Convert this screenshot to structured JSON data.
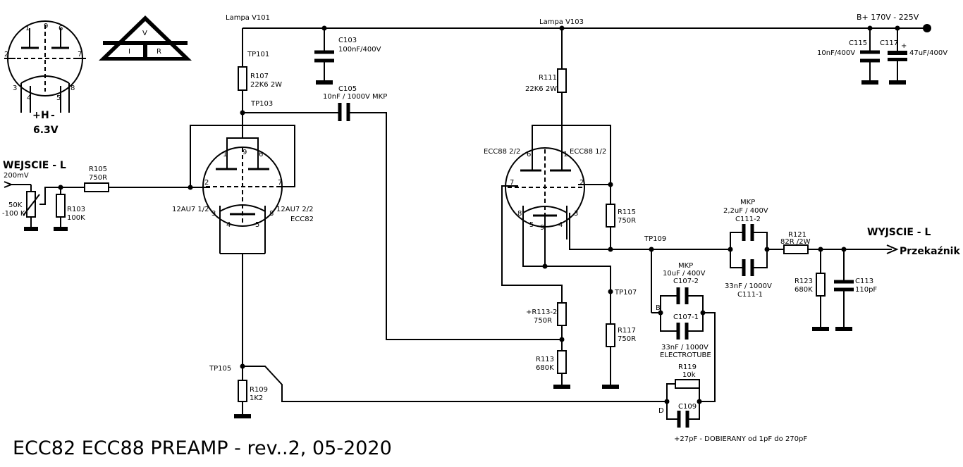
{
  "labels": {
    "lampa_v101": "Lampa V101",
    "lampa_v103": "Lampa V103",
    "b_plus": "B+ 170V - 225V",
    "heater_plus": "+",
    "heater_h": "H",
    "heater_minus": "-",
    "heater_v": "6.3V",
    "tri_v": "V",
    "tri_i": "I",
    "tri_r": "R",
    "wejscie": "WEJSCIE - L",
    "in_200mv": "200mV",
    "pot_val": "50K",
    "pot_val2": "-100 K",
    "r105": "R105",
    "r105_val": "750R",
    "r103": "R103",
    "r103_val": "100K",
    "tp101": "TP101",
    "r107": "R107",
    "r107_val": "22K6 2W",
    "tp103": "TP103",
    "c103": "C103",
    "c103_val": "100nF/400V",
    "c105": "C105",
    "c105_val": "10nF / 1000V MKP",
    "v101_left": "12AU7 1/2",
    "v101_right": "12AU7 2/2",
    "v101_type": "ECC82",
    "tp105": "TP105",
    "r109": "R109",
    "r109_val": "1K2",
    "r111": "R111",
    "r111_val": "22K6 2W",
    "v103_left": "ECC88 2/2",
    "v103_right": "ECC88 1/2",
    "r115": "R115",
    "r115_val": "750R",
    "tp107": "TP107",
    "r113_2": "+R113-2",
    "r113_2_val": "750R",
    "r113": "R113",
    "r113_val": "680K",
    "r117": "R117",
    "r117_val": "750R",
    "tp109": "TP109",
    "c115": "C115",
    "c115_val": "10nF/400V",
    "c117": "C117",
    "c117_plus": "+",
    "c117_val": "47uF/400V",
    "mkp1": "MKP",
    "c111_2_val": "2,2uF / 400V",
    "c111_2": "C111-2",
    "c111_1_val": "33nF / 1000V",
    "c111_1": "C111-1",
    "r121": "R121",
    "r121_val": "82R /2W",
    "wyjscie": "WYJSCIE - L",
    "przekaznik": "Przekaźnik",
    "r123": "R123",
    "r123_val": "680K",
    "c113": "C113",
    "c113_val": "110pF",
    "mkp2": "MKP",
    "c107_2_val": "10uF / 400V",
    "c107_2": "C107-2",
    "c107_1": "C107-1",
    "node_b": "B",
    "c107_1_val": "33nF / 1000V",
    "electrotube": "ELECTROTUBE",
    "r119": "R119",
    "r119_val": "10k",
    "node_d": "D",
    "c109": "C109",
    "c109_note": "+27pF - DOBIERANY od 1pF do 270pF",
    "title": "ECC82 ECC88 PREAMP - rev..2, 05-2020"
  },
  "pins": {
    "p1": "1",
    "p2": "2",
    "p3": "3",
    "p4": "4",
    "p5": "5",
    "p6": "6",
    "p7": "7",
    "p8": "8",
    "p9": "9"
  }
}
